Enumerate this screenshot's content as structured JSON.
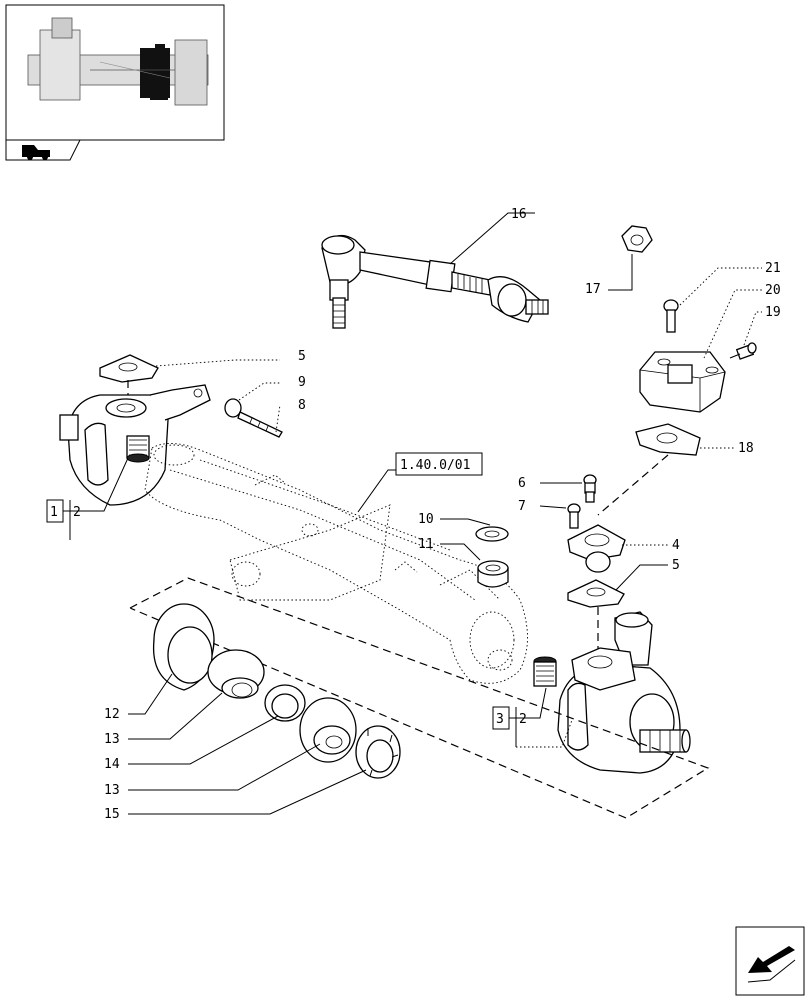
{
  "reference_label": "1.40.0/01",
  "callouts": [
    {
      "id": "c16",
      "text": "16"
    },
    {
      "id": "c17",
      "text": "17"
    },
    {
      "id": "c21",
      "text": "21"
    },
    {
      "id": "c20",
      "text": "20"
    },
    {
      "id": "c19",
      "text": "19"
    },
    {
      "id": "c18",
      "text": "18"
    },
    {
      "id": "c5a",
      "text": "5"
    },
    {
      "id": "c9",
      "text": "9"
    },
    {
      "id": "c8",
      "text": "8"
    },
    {
      "id": "c6",
      "text": "6"
    },
    {
      "id": "c7",
      "text": "7"
    },
    {
      "id": "c4",
      "text": "4"
    },
    {
      "id": "c5b",
      "text": "5"
    },
    {
      "id": "c10",
      "text": "10"
    },
    {
      "id": "c11",
      "text": "11"
    },
    {
      "id": "c12",
      "text": "12"
    },
    {
      "id": "c13a",
      "text": "13"
    },
    {
      "id": "c14",
      "text": "14"
    },
    {
      "id": "c13b",
      "text": "13"
    },
    {
      "id": "c15",
      "text": "15"
    }
  ],
  "qty_boxes": [
    {
      "qty": "1",
      "item": "2"
    },
    {
      "qty": "3",
      "item": "2"
    }
  ],
  "icons": {
    "thumbnail_tab": "tractor-axle-icon",
    "nav_button": "arrow-back-icon"
  }
}
